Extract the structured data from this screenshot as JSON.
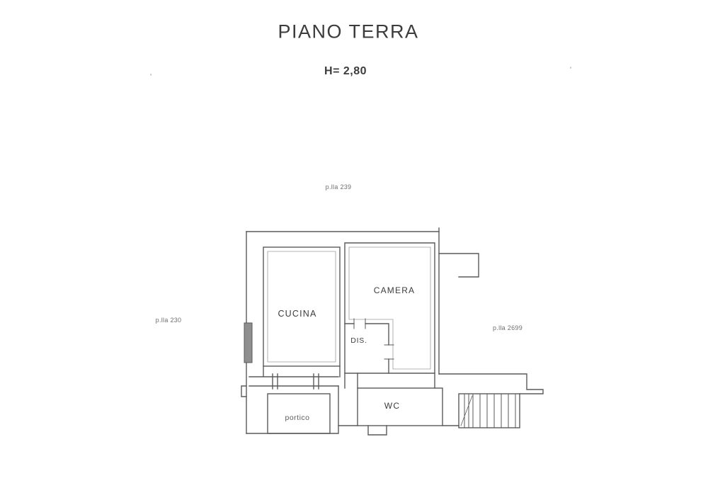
{
  "page": {
    "title": "PIANO TERRA",
    "subtitle": "H= 2,80"
  },
  "parcels": {
    "top": "p.lla 239",
    "left": "p.lla 230",
    "right": "p.lla 2699"
  },
  "rooms": {
    "cucina": "CUCINA",
    "camera": "CAMERA",
    "dis": "DIS.",
    "wc": "WC",
    "portico": "portico"
  },
  "marks": {
    "left": ",",
    "right": "'"
  },
  "colors": {
    "ink": "#5a5a5a",
    "faint": "#9c9c9c",
    "text": "#3c3c3c",
    "faint-text": "#6f6f6f"
  }
}
